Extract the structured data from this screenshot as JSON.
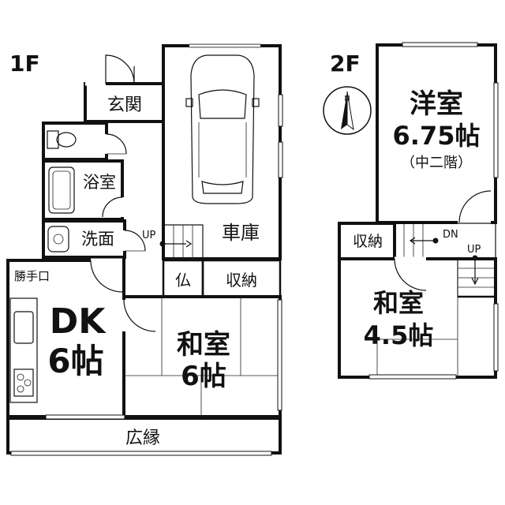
{
  "floors": {
    "first": {
      "label": "1F",
      "rooms": {
        "genkan": "玄関",
        "bath": "浴室",
        "washroom": "洗面",
        "garage": "車庫",
        "butsudan": "仏",
        "storage": "収納",
        "kitchen_door": "勝手口",
        "dk_name": "DK",
        "dk_size": "6帖",
        "washitsu_name": "和室",
        "washitsu_size": "6帖",
        "engawa": "広縁"
      },
      "stair": "UP"
    },
    "second": {
      "label": "2F",
      "rooms": {
        "youshitsu_name": "洋室",
        "youshitsu_size": "6.75帖",
        "youshitsu_note": "（中二階）",
        "storage": "収納",
        "washitsu_name": "和室",
        "washitsu_size": "4.5帖"
      },
      "stair_down": "DN",
      "stair_up": "UP"
    }
  },
  "compass": {
    "label": "N"
  }
}
